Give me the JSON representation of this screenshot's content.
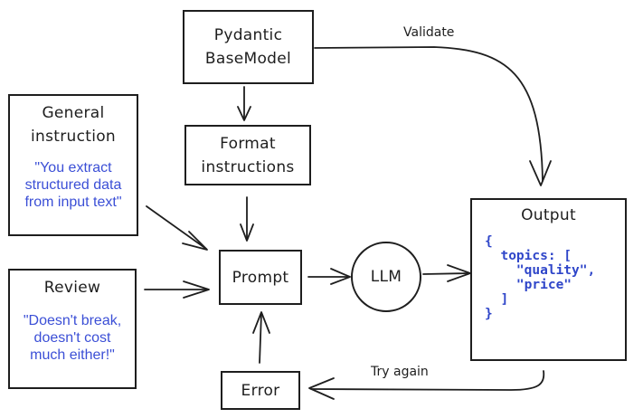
{
  "nodes": {
    "pydantic": {
      "title_line1": "Pydantic",
      "title_line2": "BaseModel"
    },
    "format": {
      "title_line1": "Format",
      "title_line2": "instructions"
    },
    "general": {
      "title_line1": "General",
      "title_line2": "instruction",
      "quote_line1": "\"You extract",
      "quote_line2": "structured data",
      "quote_line3": "from input text\""
    },
    "review": {
      "title": "Review",
      "quote_line1": "\"Doesn't break,",
      "quote_line2": "doesn't cost",
      "quote_line3": "much either!\""
    },
    "prompt": {
      "title": "Prompt"
    },
    "llm": {
      "title": "LLM"
    },
    "output": {
      "title": "Output",
      "code_lines": [
        "{",
        "  topics: [",
        "    \"quality\",",
        "    \"price\"",
        "  ]",
        "}"
      ]
    },
    "error": {
      "title": "Error"
    }
  },
  "edges": {
    "validate_label": "Validate",
    "try_again_label": "Try again"
  },
  "colors": {
    "stroke": "#1e1e1e",
    "quote_text": "#3b4fd6",
    "code_text": "#2f46c9"
  }
}
